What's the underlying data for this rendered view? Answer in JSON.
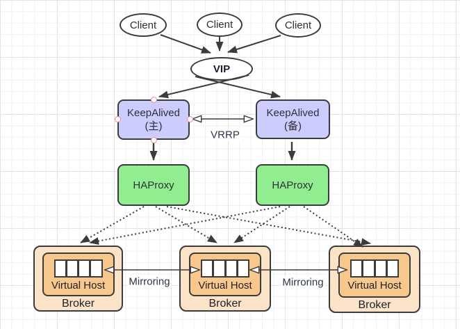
{
  "nodes": {
    "clients": [
      "Client",
      "Client",
      "Client"
    ],
    "vip": "VIP",
    "keepalived_primary": {
      "name": "KeepAlived",
      "role": "(主)"
    },
    "keepalived_backup": {
      "name": "KeepAlived",
      "role": "(备)"
    },
    "haproxy_left": "HAProxy",
    "haproxy_right": "HAProxy",
    "brokers": [
      {
        "virtual_host": "Virtual Host",
        "broker": "Broker"
      },
      {
        "virtual_host": "Virtual Host",
        "broker": "Broker"
      },
      {
        "virtual_host": "Virtual Host",
        "broker": "Broker"
      }
    ]
  },
  "edge_labels": {
    "vrrp": "VRRP",
    "mirroring_left": "Mirroring",
    "mirroring_right": "Mirroring"
  },
  "colors": {
    "keepalived_fill": "#ccccff",
    "haproxy_fill": "#90ee90",
    "broker_fill": "#fbe3c7",
    "virtual_host_fill": "#f7c78c",
    "stroke": "#3b3b3b",
    "connection_point_stroke": "#e98b8b",
    "edge_label_text": "#2b3547"
  }
}
